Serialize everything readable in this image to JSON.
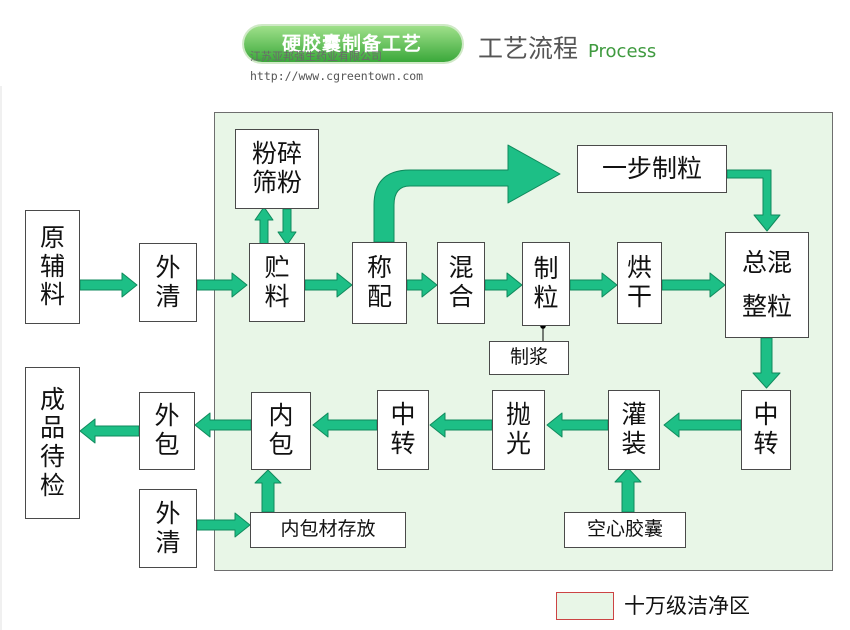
{
  "header": {
    "pill_text": "硬胶囊制备工艺",
    "company": "江苏亚邦强生药业有限公司",
    "url": "http://www.cgreentown.com",
    "title": "工艺流程",
    "title_en": "Process"
  },
  "nodes": {
    "raw_material": "原辅料",
    "outer_clean_1": "外清",
    "storage": "贮料",
    "crush_sieve": "粉碎筛粉",
    "weigh": "称配",
    "mix": "混合",
    "granulate": "制粒",
    "dry": "烘干",
    "one_step": "一步制粒",
    "final_mix": "总混整粒",
    "slurry": "制浆",
    "transfer_1": "中转",
    "fill": "灌装",
    "polish": "抛光",
    "transfer_2": "中转",
    "inner_pack": "内包",
    "outer_pack": "外包",
    "finished": "成品待检",
    "outer_clean_2": "外清",
    "inner_material": "内包材存放",
    "empty_capsule": "空心胶囊"
  },
  "legend": {
    "label": "十万级洁净区"
  },
  "colors": {
    "arrow": "#1dbf86",
    "arrow_stroke": "#0f8a5c",
    "clean_zone": "#e8f6e7",
    "legend_border": "#cc4444",
    "header_green": "#3aa83a"
  }
}
